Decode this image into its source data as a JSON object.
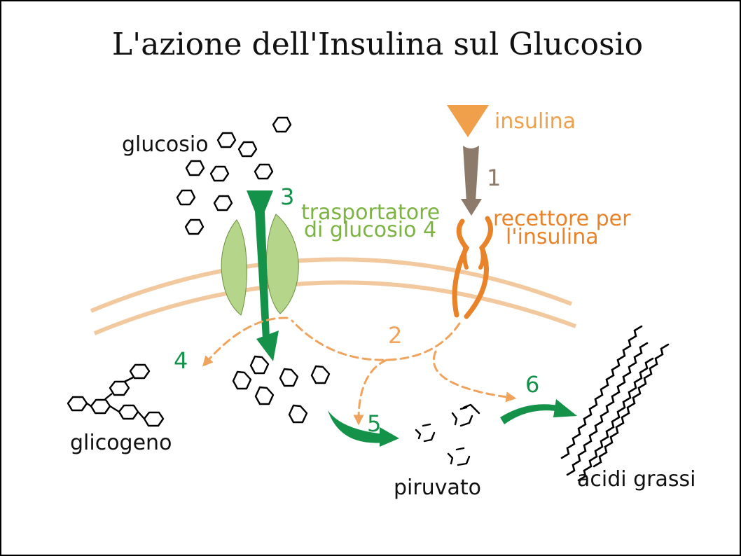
{
  "title": "L'azione dell'Insulina sul Glucosio",
  "labels": {
    "glucose": "glucosio",
    "insulin": "insulina",
    "transporter_line1": "trasportatore",
    "transporter_line2": "di glucosio 4",
    "receptor_line1": "recettore per",
    "receptor_line2": "l'insulina",
    "glycogen": "glicogeno",
    "pyruvate": "piruvato",
    "fatty_acids": "acidi grassi"
  },
  "steps": [
    "1",
    "2",
    "3",
    "4",
    "5",
    "6"
  ],
  "colors": {
    "insulin": "#f0a04b",
    "receptor": "#e8832a",
    "transporter": "#7cb342",
    "transporter_body": "#b5d68a",
    "green_arrow": "#14924a",
    "step1_arrow": "#8c7b6b",
    "membrane": "#f2c99e",
    "dashed": "#f0a35c"
  }
}
